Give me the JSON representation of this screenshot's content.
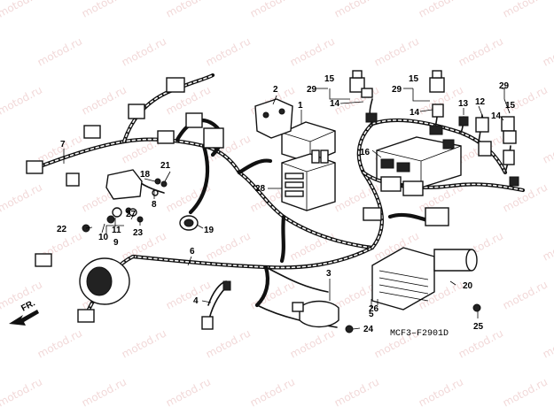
{
  "watermark": {
    "text": "motod.ru",
    "color": "#f2d9d9"
  },
  "diagram_code": "MCF3–F2901D",
  "front_indicator": "FR.",
  "callouts": [
    {
      "id": "c1",
      "label": "1"
    },
    {
      "id": "c2",
      "label": "2"
    },
    {
      "id": "c3",
      "label": "3"
    },
    {
      "id": "c4",
      "label": "4"
    },
    {
      "id": "c5",
      "label": "5"
    },
    {
      "id": "c6",
      "label": "6"
    },
    {
      "id": "c7",
      "label": "7"
    },
    {
      "id": "c8",
      "label": "8"
    },
    {
      "id": "c9",
      "label": "9"
    },
    {
      "id": "c10",
      "label": "10"
    },
    {
      "id": "c11",
      "label": "11"
    },
    {
      "id": "c12",
      "label": "12"
    },
    {
      "id": "c13",
      "label": "13"
    },
    {
      "id": "c14a",
      "label": "14"
    },
    {
      "id": "c14b",
      "label": "14"
    },
    {
      "id": "c14c",
      "label": "14"
    },
    {
      "id": "c15a",
      "label": "15"
    },
    {
      "id": "c15b",
      "label": "15"
    },
    {
      "id": "c15c",
      "label": "15"
    },
    {
      "id": "c16",
      "label": "16"
    },
    {
      "id": "c18",
      "label": "18"
    },
    {
      "id": "c19",
      "label": "19"
    },
    {
      "id": "c20",
      "label": "20"
    },
    {
      "id": "c21",
      "label": "21"
    },
    {
      "id": "c22",
      "label": "22"
    },
    {
      "id": "c23",
      "label": "23"
    },
    {
      "id": "c24",
      "label": "24"
    },
    {
      "id": "c25",
      "label": "25"
    },
    {
      "id": "c26",
      "label": "26"
    },
    {
      "id": "c27",
      "label": "27"
    },
    {
      "id": "c28",
      "label": "28"
    },
    {
      "id": "c29a",
      "label": "29"
    },
    {
      "id": "c29b",
      "label": "29"
    },
    {
      "id": "c29c",
      "label": "29"
    }
  ]
}
